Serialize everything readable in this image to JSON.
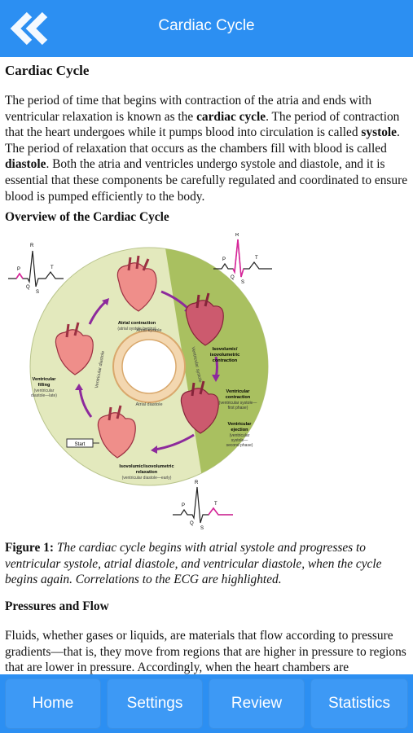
{
  "header": {
    "title": "Cardiac Cycle",
    "back_icon": "double-chevron-left-icon"
  },
  "content": {
    "heading": "Cardiac Cycle",
    "intro": {
      "t1": "The period of time that begins with contraction of the atria and ends with ventricular relaxation is known as the ",
      "b1": "cardiac cycle",
      "t2": ". The period of contraction that the heart undergoes while it pumps blood into circulation is called ",
      "b2": "systole",
      "t3": ". The period of relaxation that occurs as the chambers fill with blood is called ",
      "b3": "diastole",
      "t4": ". Both the atria and ventricles undergo systole and diastole, and it is essential that these components be carefully regulated and coordinated to ensure blood is pumped efficiently to the body."
    },
    "overview_heading": "Overview of the Cardiac Cycle",
    "figure": {
      "atrial_contraction": "Atrial contraction",
      "atrial_contraction_sub": "(atrial systole begins)",
      "isovolumic_contraction_1": "Isovolumic/",
      "isovolumic_contraction_2": "isovolumetric",
      "isovolumic_contraction_3": "contraction",
      "ventricular_contraction": "Ventricular",
      "ventricular_contraction_2": "contraction",
      "ventricular_contraction_sub1": "(ventricular systole—",
      "ventricular_contraction_sub2": "first phase)",
      "ventricular_ejection": "Ventricular",
      "ventricular_ejection_2": "ejection",
      "ventricular_ejection_sub1": "(ventricular",
      "ventricular_ejection_sub2": "systole—",
      "ventricular_ejection_sub3": "second phase)",
      "isovolumic_relaxation_1": "Isovolumic/isovolumetric",
      "isovolumic_relaxation_2": "relaxation",
      "isovolumic_relaxation_sub": "(ventricular diastole—early)",
      "ventricular_filling": "Ventricular",
      "ventricular_filling_2": "filling",
      "ventricular_filling_sub1": "(ventricular",
      "ventricular_filling_sub2": "diastole—late)",
      "start": "Start",
      "atrial_systole": "Atrial systole",
      "atrial_diastole": "Atrial diastole",
      "ventricular_diastole": "Ventricular diastole",
      "ventricular_systole": "Ventricular systole",
      "ecg_p": "P",
      "ecg_q": "Q",
      "ecg_r": "R",
      "ecg_s": "S",
      "ecg_t": "T",
      "highlight_color": "#d8259a"
    },
    "caption": {
      "label": "Figure 1:",
      "text": " The cardiac cycle begins with atrial systole and progresses to ventricular systole, atrial diastole, and ventricular diastole, when the cycle begins again. Correlations to the ECG are highlighted."
    },
    "pressures_heading": "Pressures and Flow",
    "pressures_text": "Fluids, whether gases or liquids, are materials that flow according to pressure gradients—that is, they move from regions that are higher in pressure to regions that are lower in pressure. Accordingly, when the heart chambers are"
  },
  "tabs": [
    {
      "label": "Home"
    },
    {
      "label": "Settings"
    },
    {
      "label": "Review"
    },
    {
      "label": "Statistics"
    }
  ]
}
